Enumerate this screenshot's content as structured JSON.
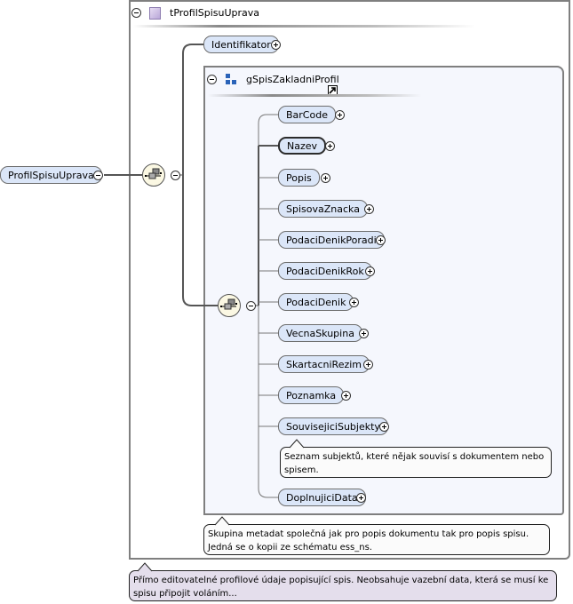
{
  "root_element": {
    "name": "ProfilSpisuUprava",
    "expand_state": "collapse"
  },
  "complex_type": {
    "name": "tProfilSpisuUprava",
    "expand_state": "collapse",
    "icon": "complex-type-icon"
  },
  "outer_sequence": {
    "icon": "sequence-compositor-icon",
    "expand_state": "collapse"
  },
  "identifier_element": {
    "name": "Identifikator",
    "expand_state": "expand"
  },
  "group": {
    "name": "gSpisZakladniProfil",
    "expand_state": "collapse",
    "icon": "group-icon",
    "link_icon": "reference-link-icon",
    "sequence": {
      "icon": "sequence-compositor-icon",
      "expand_state": "collapse"
    },
    "elements": [
      {
        "name": "BarCode",
        "expand_state": "expand",
        "mandatory": false
      },
      {
        "name": "Nazev",
        "expand_state": "expand",
        "mandatory": true
      },
      {
        "name": "Popis",
        "expand_state": "expand",
        "mandatory": false
      },
      {
        "name": "SpisovaZnacka",
        "expand_state": "expand",
        "mandatory": false
      },
      {
        "name": "PodaciDenikPoradi",
        "expand_state": "expand",
        "mandatory": false
      },
      {
        "name": "PodaciDenikRok",
        "expand_state": "expand",
        "mandatory": false
      },
      {
        "name": "PodaciDenik",
        "expand_state": "expand",
        "mandatory": false
      },
      {
        "name": "VecnaSkupina",
        "expand_state": "expand",
        "mandatory": false
      },
      {
        "name": "SkartacniRezim",
        "expand_state": "expand",
        "mandatory": false
      },
      {
        "name": "Poznamka",
        "expand_state": "expand",
        "mandatory": false
      },
      {
        "name": "SouvisejiciSubjekty",
        "expand_state": "expand",
        "mandatory": false,
        "annotation": "Seznam subjektů, které nějak souvisí s dokumentem nebo spisem."
      },
      {
        "name": "DoplnujiciData",
        "expand_state": "expand",
        "mandatory": false
      }
    ],
    "annotation": "Skupina metadat společná jak pro popis dokumentu tak pro popis spisu. Jedná se o kopii ze schématu ess_ns."
  },
  "type_annotation": "Přímo editovatelné profilové údaje popisující spis. Neobsahuje vazební data, která se musí ke spisu připojit voláním..."
}
